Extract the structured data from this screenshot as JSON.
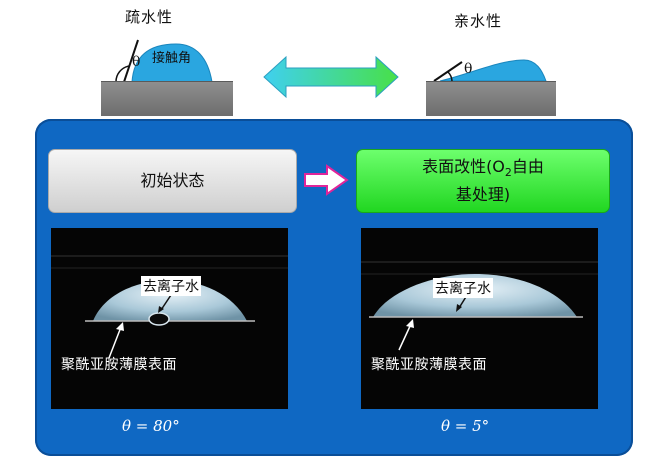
{
  "top": {
    "hydrophobic_label": "疏水性",
    "hydrophilic_label": "亲水性",
    "contact_angle_label": "接触角",
    "theta_symbol": "θ"
  },
  "panel": {
    "initial_state_label": "初始状态",
    "modified_label_line1": "表面改性(O",
    "modified_label_sub": "2",
    "modified_label_line1_end": "自由",
    "modified_label_line2": "基处理)",
    "left_photo": {
      "water_label": "去离子水",
      "surface_label": "聚酰亚胺薄膜表面",
      "angle_value": "θ = 80°"
    },
    "right_photo": {
      "water_label": "去离子水",
      "surface_label": "聚酰亚胺薄膜表面",
      "angle_value": "θ = 5°"
    }
  },
  "colors": {
    "panel_blue": "#0f68c3",
    "droplet_cyan": "#2aa6e0",
    "button_green": "#33e633",
    "arrow_cyan": "#3fd0f0",
    "arrow_green": "#48e048"
  },
  "icons": [
    "double-arrow-icon",
    "right-arrow-icon",
    "pointer-arrow-icon"
  ]
}
